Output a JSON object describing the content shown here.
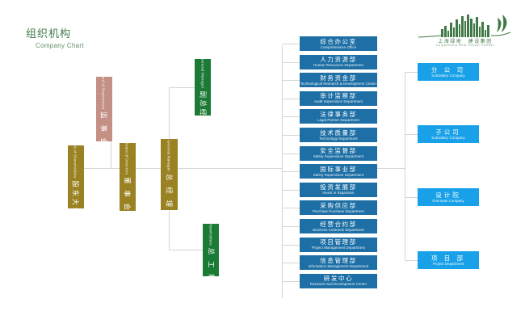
{
  "page": {
    "title_cn": "组织机构",
    "title_en": "Company Chart",
    "background": "#ffffff",
    "line_color": "#d5d7d3"
  },
  "logo": {
    "name": "company-skyline-logo",
    "text_cn": "上海绿地　建设集团",
    "text_en": "Chippenship Bulk    Cooser Partner",
    "color": "#3f7a46"
  },
  "governance": [
    {
      "id": "board-of-supervisors",
      "cn": "监 事 会",
      "en": "Board of Supervisors",
      "color": "#c49086"
    },
    {
      "id": "board-of-shareholders",
      "cn": "股东大会",
      "en": "Board of Shareholders",
      "color": "#9a8122"
    },
    {
      "id": "board-of-directors",
      "cn": "董 事 会",
      "en": "Board of Directors",
      "color": "#9a8122"
    },
    {
      "id": "general-manager",
      "cn": "总 经 理",
      "en": "General Manager",
      "color": "#9a8122"
    }
  ],
  "executives": [
    {
      "id": "vice-general-manager",
      "cn": "副总经理",
      "en": "Vice General Manager",
      "color": "#1b7a35"
    },
    {
      "id": "chief-engineer",
      "cn": "总 工 程 师",
      "en": "Board of Shareholders",
      "color": "#1b7a35"
    }
  ],
  "departments": [
    {
      "cn": "综合办公室",
      "en": "Comprehensive Office"
    },
    {
      "cn": "人力资源部",
      "en": "Human Resources Department"
    },
    {
      "cn": "财务资金部",
      "en": "Technological Research & Development Center"
    },
    {
      "cn": "审计监察部",
      "en": "Audit Supervision Department"
    },
    {
      "cn": "法律事务部",
      "en": "Legal Partner Department"
    },
    {
      "cn": "技术质量部",
      "en": "Technology Department"
    },
    {
      "cn": "安全监督部",
      "en": "Safety Supervision Department"
    },
    {
      "cn": "国际事业部",
      "en": "Safety Supervision Department"
    },
    {
      "cn": "投资发展部",
      "en": "Invest in Expansion"
    },
    {
      "cn": "采购供应部",
      "en": "Purchase Purchase Department"
    },
    {
      "cn": "经营合约部",
      "en": "Business Contracts Department"
    },
    {
      "cn": "项目管理部",
      "en": "Project Management Department"
    },
    {
      "cn": "信息管理部",
      "en": "Information Management Department"
    },
    {
      "cn": "研发中心",
      "en": "Research and Development Center"
    }
  ],
  "subsidiaries": [
    {
      "cn": "分 公 司",
      "en": "Subsidiary Company"
    },
    {
      "cn": "子公司",
      "en": "Subsidiary Company"
    },
    {
      "cn": "设计院",
      "en": "Overseas Company"
    },
    {
      "cn": "项 目 部",
      "en": "Project Department"
    }
  ]
}
